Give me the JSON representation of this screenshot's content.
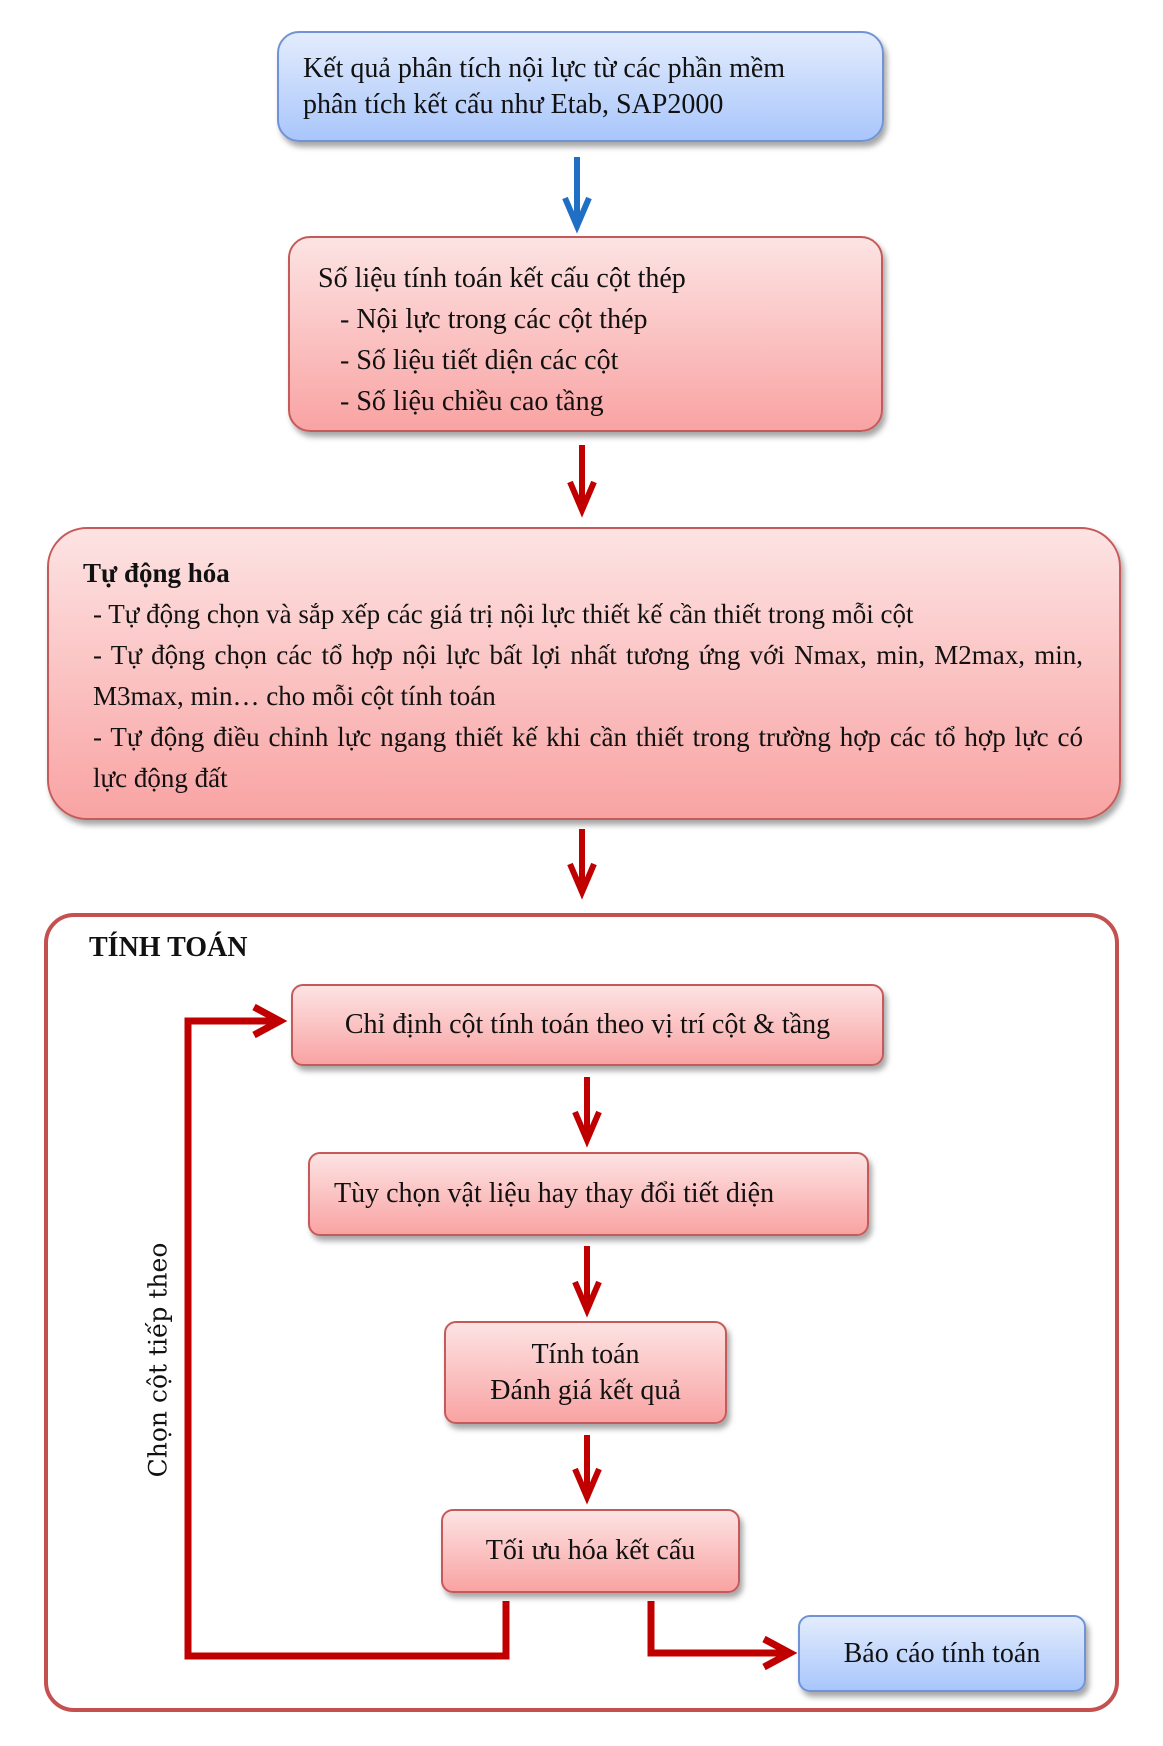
{
  "source_box": {
    "line1": "Kết quả phân tích nội lực từ các phần mềm",
    "line2": "phân tích kết cấu như Etab, SAP2000"
  },
  "data_box": {
    "title": "Số liệu tính toán kết cấu cột thép",
    "items": [
      "- Nội lực trong các cột thép",
      "- Số liệu tiết diện các cột",
      "- Số liệu chiều cao tầng"
    ]
  },
  "automation_box": {
    "title": "Tự động hóa",
    "items": [
      "- Tự động chọn và sắp xếp các giá trị nội lực thiết kế cần thiết trong mỗi cột",
      "- Tự động chọn các tổ hợp nội lực bất lợi nhất tương ứng với Nmax, min, M2max, min, M3max, min… cho mỗi cột tính toán",
      "- Tự động điều chỉnh lực ngang thiết kế khi cần thiết trong trường hợp các tổ hợp lực có lực động đất"
    ]
  },
  "calculation": {
    "title": "TÍNH TOÁN",
    "step1": "Chỉ định cột tính toán theo vị trí cột & tầng",
    "step2": "Tùy chọn vật liệu hay thay đổi tiết diện",
    "step3_line1": "Tính toán",
    "step3_line2": "Đánh giá kết quả",
    "step4": "Tối ưu hóa kết cấu",
    "report": "Báo cáo tính toán",
    "loop_label": "Chọn cột tiếp theo"
  },
  "colors": {
    "blue_arrow": "#1f6fc4",
    "red_arrow": "#c00000",
    "frame": "#c55050"
  }
}
